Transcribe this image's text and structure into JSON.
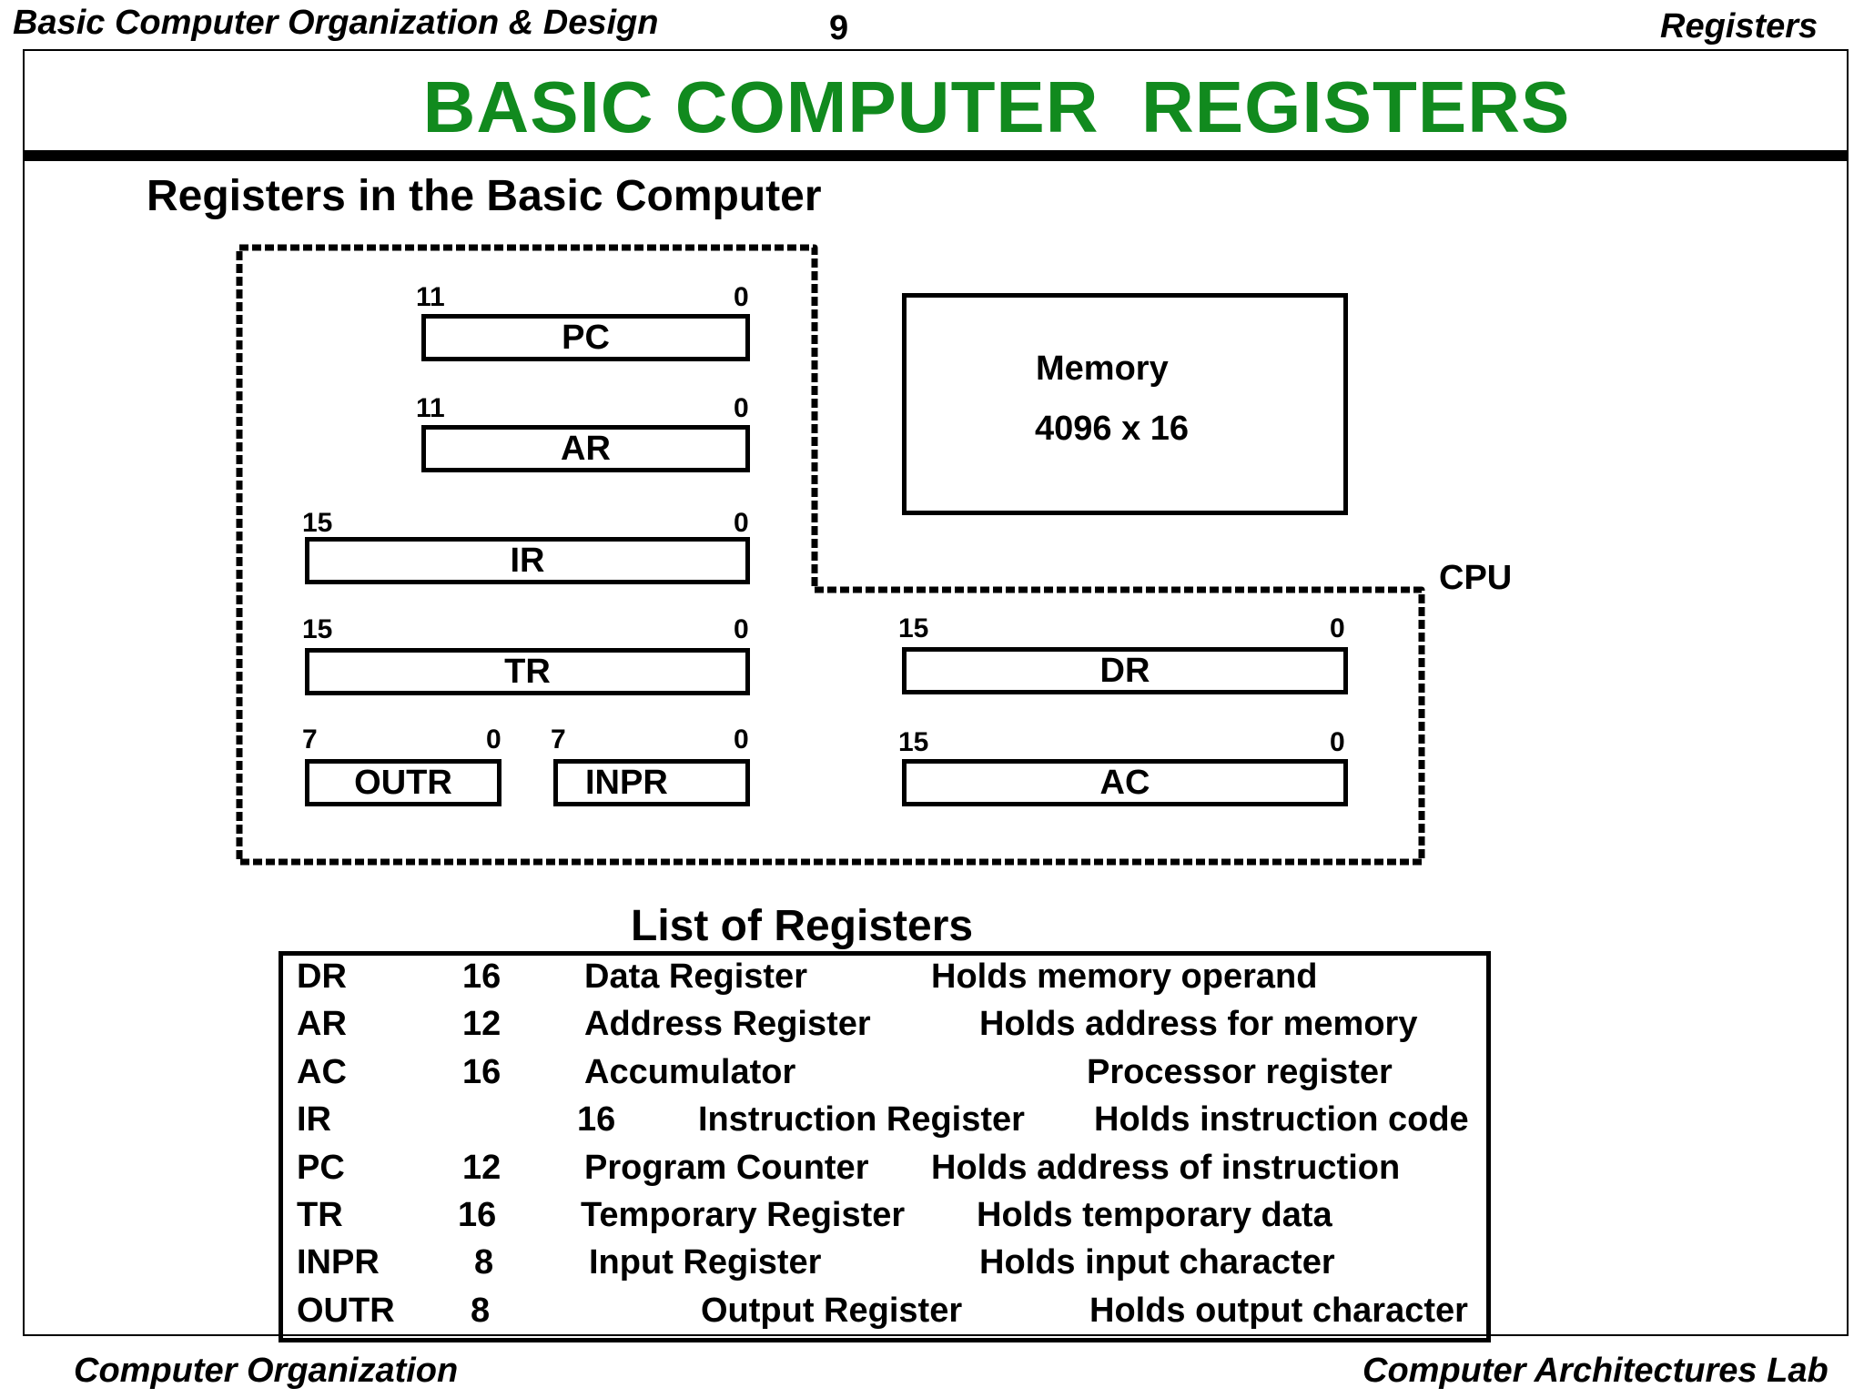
{
  "header": {
    "left": "Basic Computer Organization & Design",
    "page_number": "9",
    "right": "Registers"
  },
  "title": "BASIC COMPUTER  REGISTERS",
  "subtitle": "Registers in the Basic Computer",
  "diagram": {
    "registers": [
      {
        "name": "PC",
        "msb": "11",
        "lsb": "0"
      },
      {
        "name": "AR",
        "msb": "11",
        "lsb": "0"
      },
      {
        "name": "IR",
        "msb": "15",
        "lsb": "0"
      },
      {
        "name": "TR",
        "msb": "15",
        "lsb": "0"
      },
      {
        "name": "OUTR",
        "msb": "7",
        "lsb": "0"
      },
      {
        "name": "INPR",
        "msb": "7",
        "lsb": "0"
      },
      {
        "name": "DR",
        "msb": "15",
        "lsb": "0"
      },
      {
        "name": "AC",
        "msb": "15",
        "lsb": "0"
      }
    ],
    "memory": {
      "label": "Memory",
      "size": "4096 x 16"
    },
    "cpu_label": "CPU"
  },
  "list_title": "List of Registers",
  "list": [
    {
      "symbol": "DR",
      "bits": "16",
      "name": "Data Register",
      "function": "Holds memory operand"
    },
    {
      "symbol": "AR",
      "bits": "12",
      "name": "Address Register",
      "function": "Holds address for memory"
    },
    {
      "symbol": "AC",
      "bits": "16",
      "name": "Accumulator",
      "function": "Processor register"
    },
    {
      "symbol": "IR",
      "bits": "16",
      "name": "Instruction Register",
      "function": "Holds instruction code"
    },
    {
      "symbol": "PC",
      "bits": "12",
      "name": "Program Counter",
      "function": "Holds address of instruction"
    },
    {
      "symbol": "TR",
      "bits": "16",
      "name": "Temporary Register",
      "function": "Holds temporary data"
    },
    {
      "symbol": "INPR",
      "bits": "8",
      "name": "Input Register",
      "function": "Holds input character"
    },
    {
      "symbol": "OUTR",
      "bits": "8",
      "name": "Output Register",
      "function": "Holds output character"
    }
  ],
  "footer": {
    "left": "Computer Organization",
    "right": "Computer Architectures Lab"
  }
}
